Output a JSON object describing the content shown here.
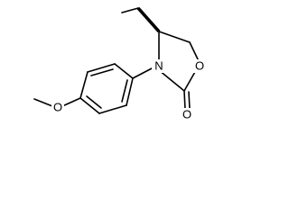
{
  "molecule": {
    "atoms": {
      "n": "N",
      "o_ring": "O",
      "o_carbonyl": "O",
      "o_methoxy": "O"
    }
  }
}
